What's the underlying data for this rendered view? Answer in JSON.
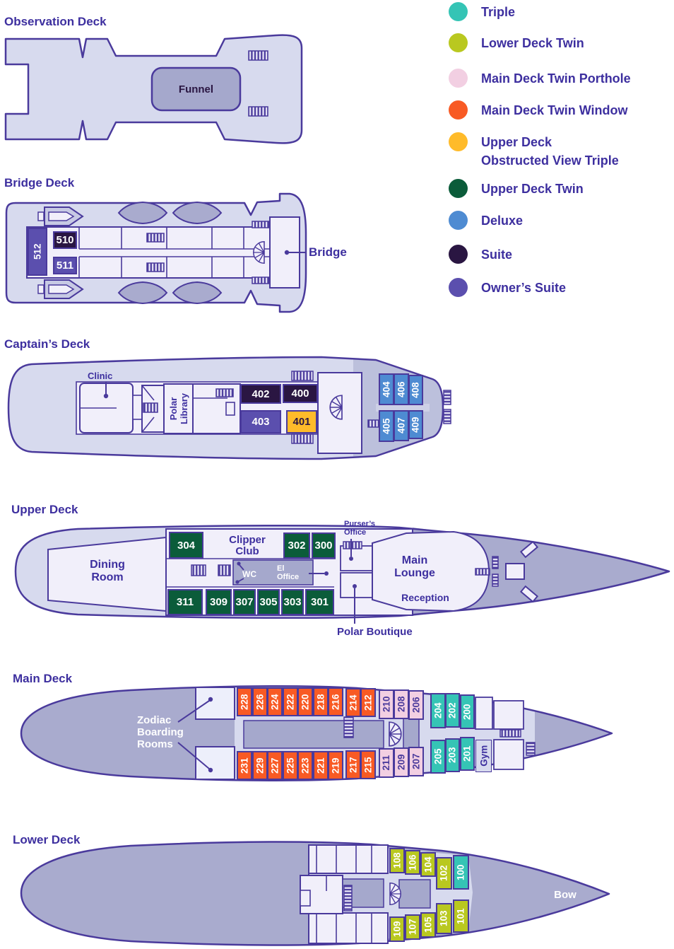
{
  "legend": {
    "items": [
      {
        "label": "Triple",
        "color": "#35c4b5"
      },
      {
        "label": "Lower Deck Twin",
        "color": "#b9c820"
      },
      {
        "label": "Main Deck Twin Porthole",
        "color": "#f2cfe2"
      },
      {
        "label": "Main Deck Twin Window",
        "color": "#f85a24"
      },
      {
        "label": "Upper Deck",
        "label2": "Obstructed View Triple",
        "color": "#ffbb2a"
      },
      {
        "label": "Upper Deck Twin",
        "color": "#0b5c3a"
      },
      {
        "label": "Deluxe",
        "color": "#4e8bd2"
      },
      {
        "label": "Suite",
        "color": "#2a1642"
      },
      {
        "label": "Owner’s Suite",
        "color": "#5b4fae"
      }
    ]
  },
  "decks": {
    "observation": {
      "title": "Observation Deck",
      "funnel_label": "Funnel"
    },
    "bridge": {
      "title": "Bridge Deck",
      "bridge_label": "Bridge",
      "cabins": {
        "c510": "510",
        "c511": "511",
        "c512": "512"
      }
    },
    "captains": {
      "title": "Captain’s Deck",
      "clinic_label": "Clinic",
      "polar_library_label": "Polar Library",
      "cabins": {
        "c400": "400",
        "c401": "401",
        "c402": "402",
        "c403": "403",
        "c404": "404",
        "c405": "405",
        "c406": "406",
        "c407": "407",
        "c408": "408",
        "c409": "409"
      }
    },
    "upper": {
      "title": "Upper Deck",
      "dining_room_label": "Dining Room",
      "clipper_club_label": "Clipper Club",
      "wc_label": "WC",
      "el_office_label": "El Office",
      "pursers_office_label": "Purser’s Office",
      "main_lounge_label": "Main Lounge",
      "reception_label": "Reception",
      "polar_boutique_label": "Polar Boutique",
      "cabins": {
        "c300": "300",
        "c301": "301",
        "c302": "302",
        "c303": "303",
        "c304": "304",
        "c305": "305",
        "c307": "307",
        "c309": "309",
        "c311": "311"
      }
    },
    "main": {
      "title": "Main Deck",
      "zodiac_label": "Zodiac Boarding Rooms",
      "gym_label": "Gym",
      "cabins_top": [
        "228",
        "226",
        "224",
        "222",
        "220",
        "218",
        "216",
        "214",
        "212",
        "210",
        "208",
        "206",
        "204",
        "202",
        "200"
      ],
      "cabins_bottom": [
        "231",
        "229",
        "227",
        "225",
        "223",
        "221",
        "219",
        "217",
        "215",
        "211",
        "209",
        "207",
        "205",
        "203",
        "201"
      ]
    },
    "lower": {
      "title": "Lower Deck",
      "bow_label": "Bow",
      "cabins_top": [
        "108",
        "106",
        "104",
        "102",
        "100"
      ],
      "cabins_bottom": [
        "109",
        "107",
        "105",
        "103",
        "101"
      ]
    }
  }
}
